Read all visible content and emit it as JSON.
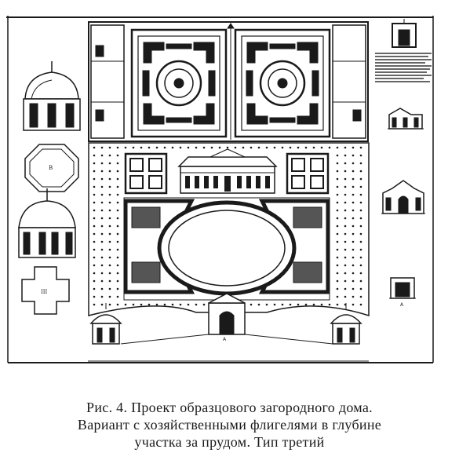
{
  "figure": {
    "plate_labels": [
      "B",
      "III",
      "A"
    ]
  },
  "caption": {
    "line1": "Рис. 4. Проект образцового загородного дома.",
    "line2": "Вариант с хозяйственными флигелями в глубине",
    "line3": "участка за прудом. Тип третий"
  }
}
